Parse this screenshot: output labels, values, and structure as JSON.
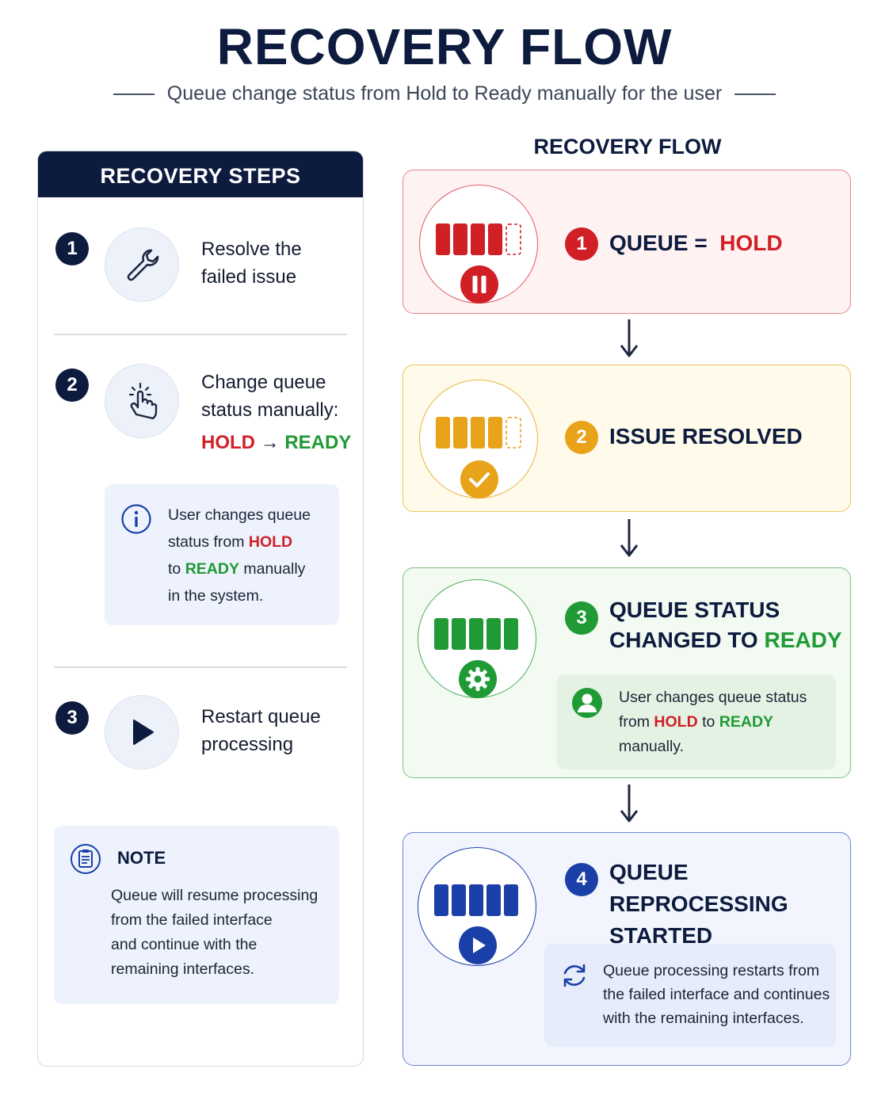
{
  "title": "RECOVERY FLOW",
  "subtitle": "Queue change status from Hold to Ready manually for the user",
  "left": {
    "header": "RECOVERY STEPS",
    "steps": [
      {
        "num": "1",
        "line1": "Resolve the",
        "line2": "failed issue",
        "icon": "wrench-icon"
      },
      {
        "num": "2",
        "line1": "Change queue",
        "line2": "status manually:",
        "from": "HOLD",
        "arrow": "→",
        "to": "READY",
        "icon": "pointer-hand-icon"
      },
      {
        "num": "3",
        "line1": "Restart queue",
        "line2": "processing",
        "icon": "play-icon"
      }
    ],
    "info": {
      "l1": "User changes queue",
      "l2_pre": "status from ",
      "l2_hold": "HOLD",
      "l3_pre": "to ",
      "l3_ready": "READY",
      "l3_post": " manually",
      "l4": "in the system."
    },
    "note": {
      "title": "NOTE",
      "lines": [
        "Queue will resume processing",
        "from the failed interface",
        "and continue with the",
        "remaining interfaces."
      ]
    }
  },
  "flow": {
    "title": "RECOVERY FLOW",
    "cards": [
      {
        "num": "1",
        "label_pre": "QUEUE = ",
        "label_hold": "HOLD",
        "color": "#d11f26"
      },
      {
        "num": "2",
        "label": "ISSUE RESOLVED",
        "color": "#e8a31a"
      },
      {
        "num": "3",
        "label1": "QUEUE STATUS",
        "label2_pre": "CHANGED TO ",
        "label2_ready": "READY",
        "color": "#1f9a35",
        "box": {
          "l1": "User changes queue status",
          "l2_pre": "from ",
          "l2_hold": "HOLD",
          "l2_mid": " to ",
          "l2_ready": "READY",
          "l3": "manually."
        }
      },
      {
        "num": "4",
        "label1": "QUEUE REPROCESSING",
        "label2": "STARTED",
        "color": "#1a3fa8",
        "box": {
          "lines": [
            "Queue processing restarts from",
            "the failed interface and continues",
            "with the remaining interfaces."
          ]
        }
      }
    ]
  }
}
